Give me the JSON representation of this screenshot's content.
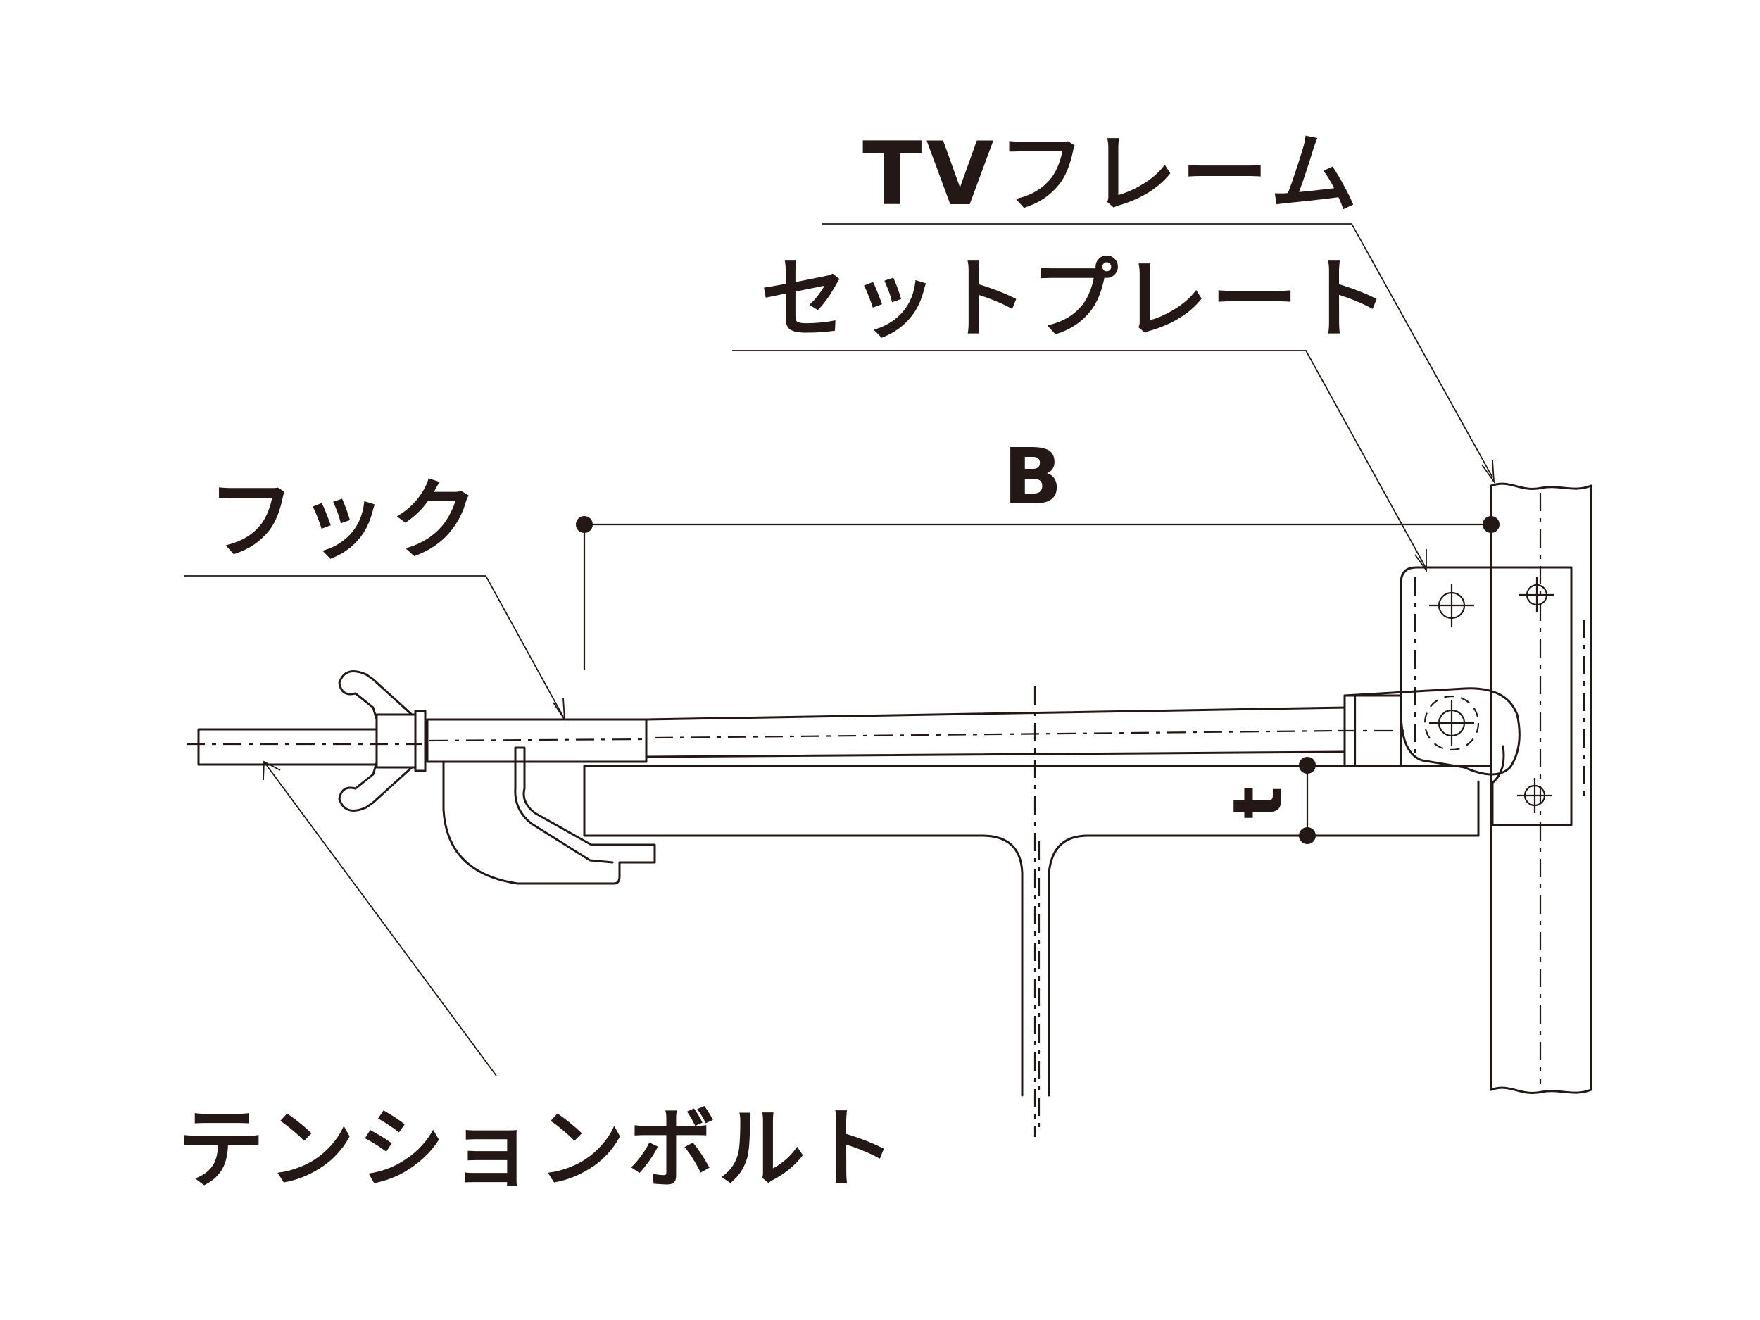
{
  "labels": {
    "tv_frame": "TVフレーム",
    "set_plate": "セットプレート",
    "dimension_b": "B",
    "hook": "フック",
    "tension_bolt": "テンションボルト",
    "dimension_t": "t"
  },
  "colors": {
    "ink": "#231815",
    "background": "#ffffff"
  }
}
